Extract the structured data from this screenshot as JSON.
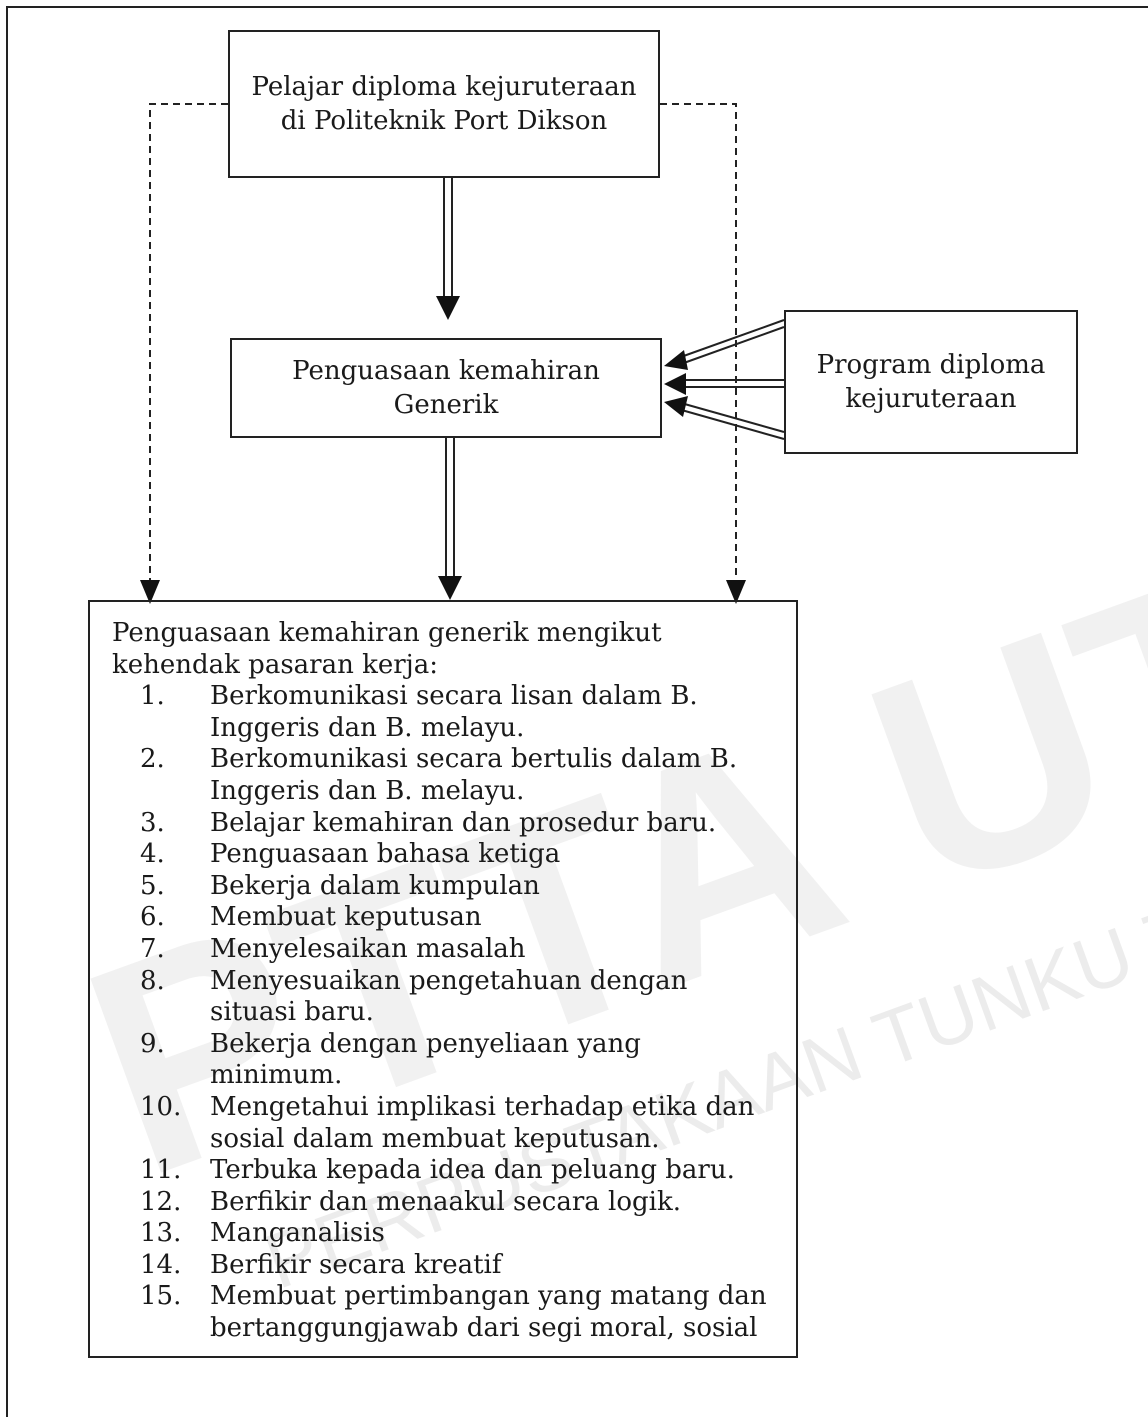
{
  "top_box": {
    "line1": "Pelajar diploma kejuruteraan",
    "line2": "di Politeknik Port Dikson"
  },
  "middle_box": {
    "line1": "Penguasaan kemahiran",
    "line2": "Generik"
  },
  "right_box": {
    "line1": "Program diploma",
    "line2": "kejuruteraan"
  },
  "outcome_box": {
    "intro_line1": "Penguasaan kemahiran generik mengikut",
    "intro_line2": "kehendak pasaran kerja:",
    "items": [
      {
        "num": "1.",
        "text": "Berkomunikasi secara lisan dalam B. Inggeris dan B. melayu."
      },
      {
        "num": "2.",
        "text": "Berkomunikasi secara bertulis dalam B. Inggeris dan B. melayu."
      },
      {
        "num": "3.",
        "text": "Belajar kemahiran dan prosedur baru."
      },
      {
        "num": "4.",
        "text": "Penguasaan bahasa ketiga"
      },
      {
        "num": "5.",
        "text": "Bekerja dalam kumpulan"
      },
      {
        "num": "6.",
        "text": "Membuat keputusan"
      },
      {
        "num": "7.",
        "text": "Menyelesaikan masalah"
      },
      {
        "num": "8.",
        "text": "Menyesuaikan pengetahuan dengan situasi baru."
      },
      {
        "num": "9.",
        "text": "Bekerja dengan penyeliaan yang minimum."
      },
      {
        "num": "10.",
        "text": "Mengetahui implikasi terhadap etika dan sosial dalam membuat keputusan."
      },
      {
        "num": "11.",
        "text": "Terbuka kepada idea dan peluang baru."
      },
      {
        "num": "12.",
        "text": "Berfikir dan menaakul secara logik."
      },
      {
        "num": "13.",
        "text": "Manganalisis"
      },
      {
        "num": "14.",
        "text": "Berfikir secara kreatif"
      },
      {
        "num": "15.",
        "text": "Membuat pertimbangan yang matang dan bertanggungjawab dari segi moral, sosial"
      }
    ]
  },
  "watermark": {
    "big": "PTTA UTHM",
    "small": "PERPUSTAKAAN TUNKU TUN AMINAH",
    "color": "#d9d9d9"
  }
}
